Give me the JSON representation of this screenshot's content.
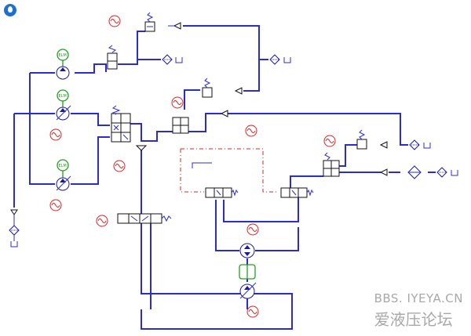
{
  "watermark": {
    "site": "BBS. IYEYA.CN",
    "name": "爱液压论坛"
  },
  "icons": {
    "logo": "water-drop-icon",
    "motor": "electric-motor-icon",
    "signal": "signal-source-icon",
    "pump": "variable-pump-icon",
    "valve": "directional-valve-icon",
    "relief": "relief-valve-icon",
    "check": "check-valve-icon",
    "filter": "filter-icon",
    "tank": "tank-icon"
  },
  "colors": {
    "hydraulic_line": "#2b2bd4",
    "pilot_line": "#e02020",
    "signal": "#e02020",
    "motor": "#20a020",
    "watermark": "#a8a8a8"
  },
  "labels": {
    "motor_tag": "ELM"
  }
}
